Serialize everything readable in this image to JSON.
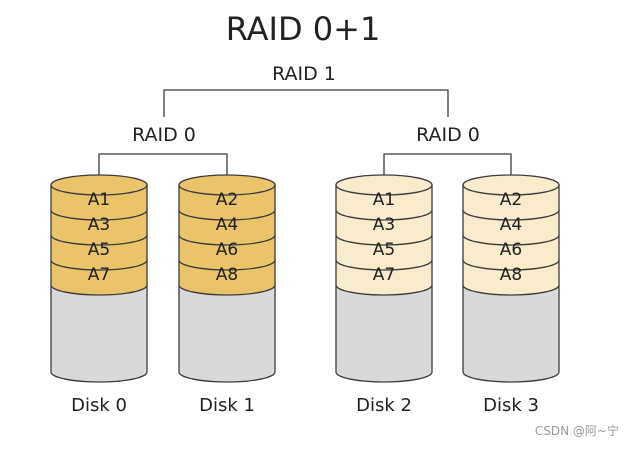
{
  "title": "RAID 0+1",
  "top_label": "RAID 1",
  "groups": [
    {
      "label": "RAID 0",
      "disks": [
        0,
        1
      ]
    },
    {
      "label": "RAID 0",
      "disks": [
        2,
        3
      ]
    }
  ],
  "disks": [
    {
      "name": "Disk 0",
      "blocks": [
        "A1",
        "A3",
        "A5",
        "A7"
      ]
    },
    {
      "name": "Disk 1",
      "blocks": [
        "A2",
        "A4",
        "A6",
        "A8"
      ]
    },
    {
      "name": "Disk 2",
      "blocks": [
        "A1",
        "A3",
        "A5",
        "A7"
      ]
    },
    {
      "name": "Disk 3",
      "blocks": [
        "A2",
        "A4",
        "A6",
        "A8"
      ]
    }
  ],
  "colors": {
    "primary_fill": "#ebc36a",
    "mirror_fill": "#f8eccd",
    "empty_fill": "#d9d9d9",
    "outline": "#3c3c3c",
    "text": "#222222"
  },
  "watermark": "CSDN @阿~宁"
}
